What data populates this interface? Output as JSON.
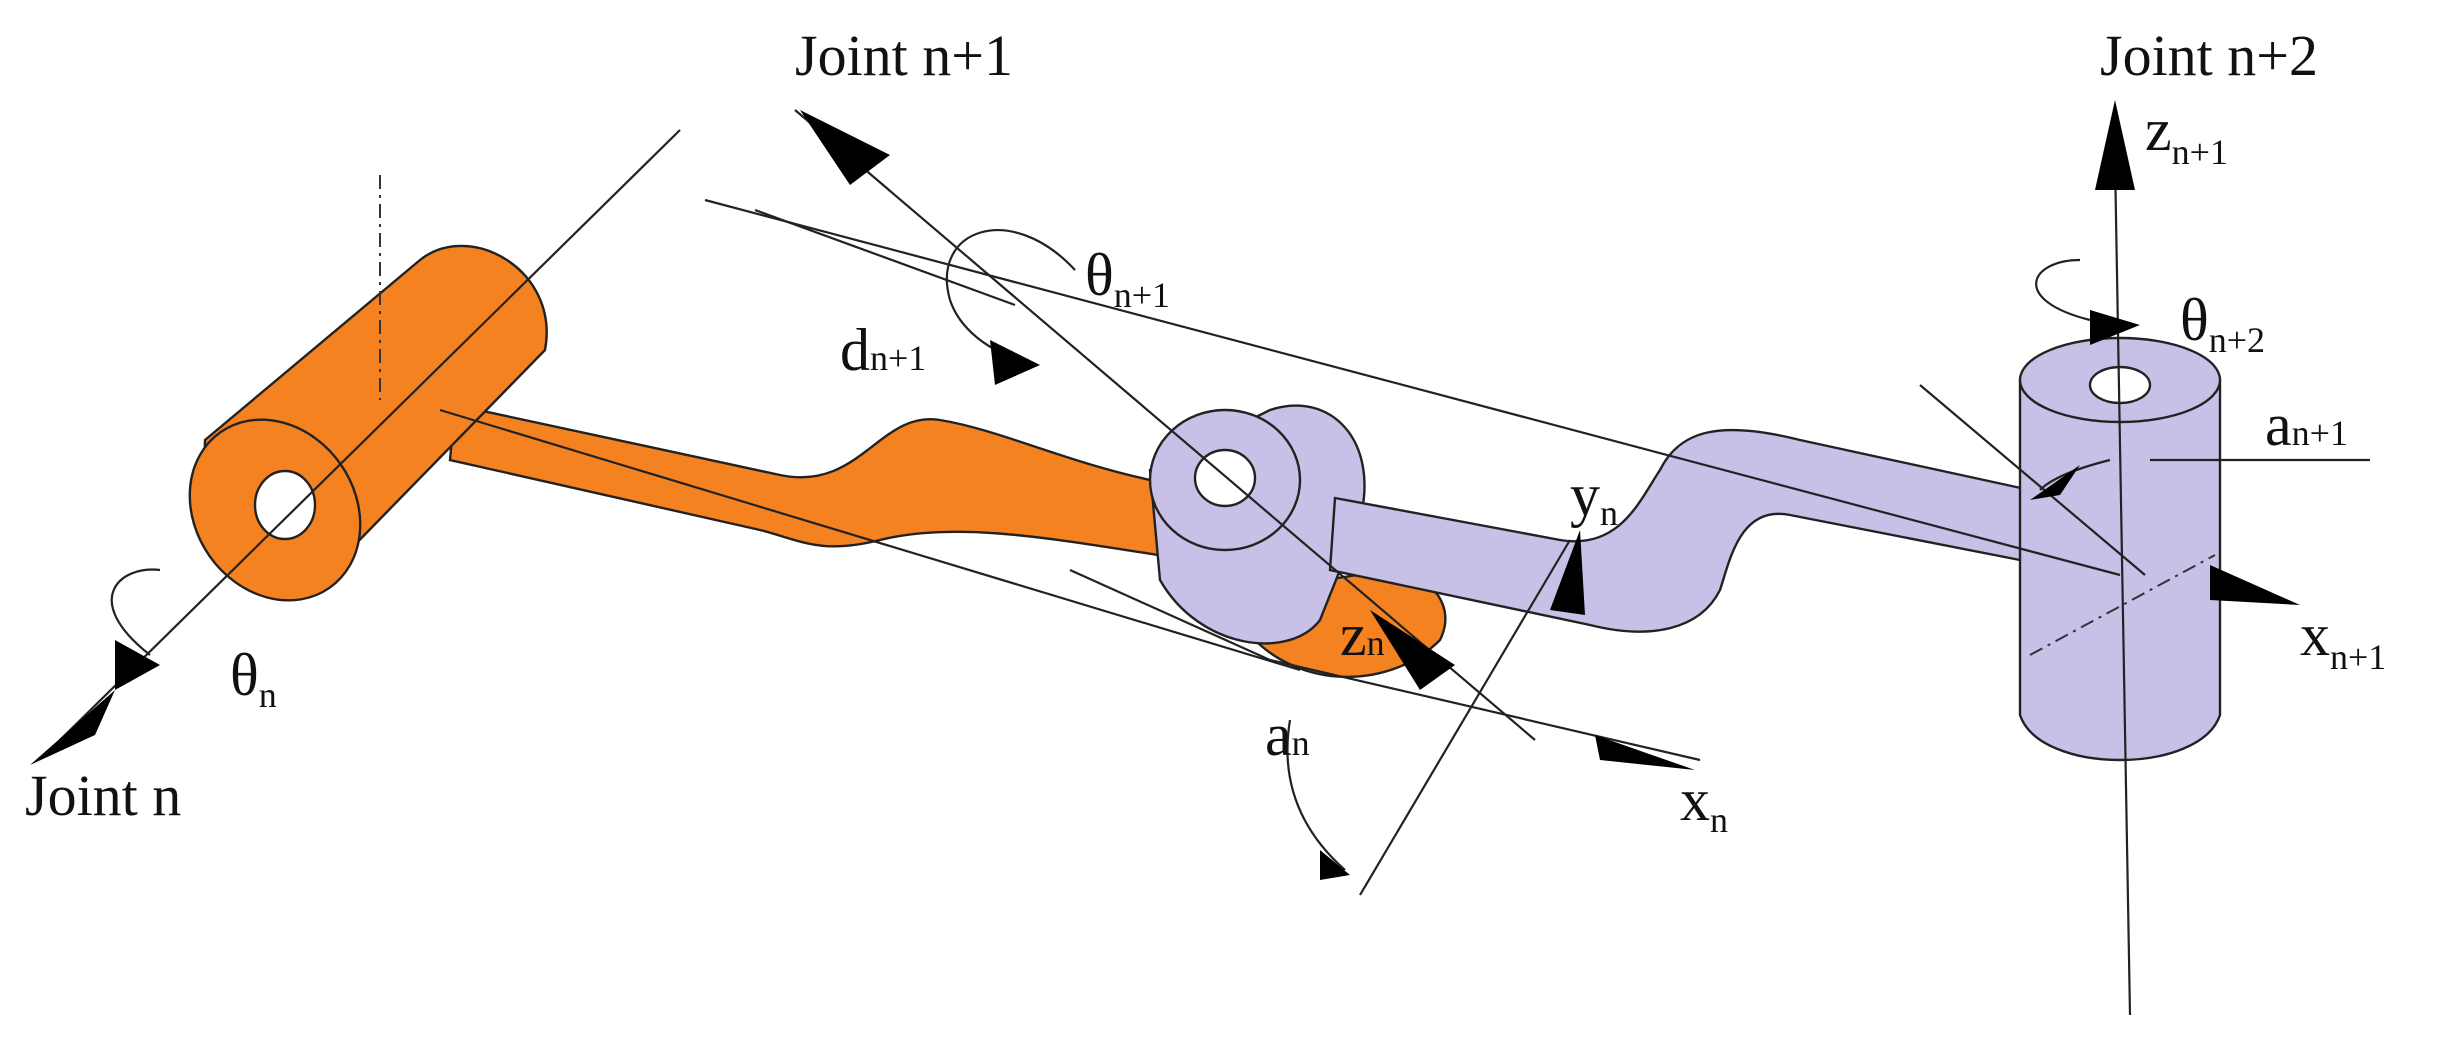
{
  "colors": {
    "link_n": "#f58220",
    "link_n1": "#c8c0e6",
    "line": "#222222",
    "arrow": "#000000"
  },
  "labels": {
    "joint_n": "Joint n",
    "joint_n1": "Joint n+1",
    "joint_n2": "Joint n+2",
    "theta_n": {
      "base": "θ",
      "sub": "n"
    },
    "theta_n1": {
      "base": "θ",
      "sub": "n+1"
    },
    "theta_n2": {
      "base": "θ",
      "sub": "n+2"
    },
    "d_n1": {
      "base": "d",
      "sub": "n+1"
    },
    "a_n": {
      "base": "a",
      "sub": "n"
    },
    "a_n1": {
      "base": "a",
      "sub": "n+1"
    },
    "z_n": {
      "base": "z",
      "sub": "n"
    },
    "y_n": {
      "base": "y",
      "sub": "n"
    },
    "x_n": {
      "base": "x",
      "sub": "n"
    },
    "z_n1": {
      "base": "z",
      "sub": "n+1"
    },
    "x_n1": {
      "base": "x",
      "sub": "n+1"
    }
  },
  "icons": [
    "rotation-arrow-icon",
    "axis-arrow-icon"
  ]
}
